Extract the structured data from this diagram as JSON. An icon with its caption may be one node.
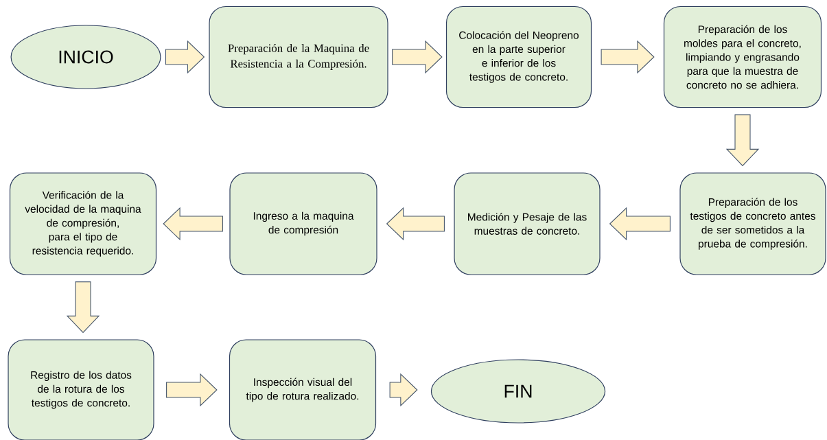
{
  "diagram": {
    "nodes": [
      {
        "text": [
          "INICIO"
        ]
      },
      {
        "text": [
          "Preparación de la Maquina de Resistencia a la Compresión."
        ]
      },
      {
        "text": [
          "Colocación del Neopreno en la parte superior e inferior de los testigos de concreto."
        ]
      },
      {
        "text": [
          "Preparación de los moldes para el concreto, limpiando y engrasando para que la muestra de concreto no se adhiera."
        ]
      },
      {
        "text": [
          "Preparación de los testigos de concreto antes de ser sometidos a la prueba de compresión."
        ]
      },
      {
        "text": [
          "Medición y Pesaje de las muestras de concreto."
        ]
      },
      {
        "text": [
          "Ingreso a la maquina de compresión"
        ]
      },
      {
        "text": [
          "Verificación de la velocidad de la maquina de compresión, para el tipo de resistencia requerido."
        ]
      },
      {
        "text": [
          "Registro de los datos de la rotura de los testigos de concreto."
        ]
      },
      {
        "text": [
          "Inspección visual del tipo de rotura realizado."
        ]
      },
      {
        "text": [
          "FIN"
        ]
      }
    ],
    "edges": [
      {
        "from": 0,
        "to": 1,
        "arrow": "to"
      },
      {
        "from": 1,
        "to": 2,
        "arrow": "to"
      },
      {
        "from": 2,
        "to": 3,
        "arrow": "to"
      },
      {
        "from": 3,
        "to": 4,
        "arrow": "to"
      },
      {
        "from": 4,
        "to": 5,
        "arrow": "to"
      },
      {
        "from": 5,
        "to": 6,
        "arrow": "to"
      },
      {
        "from": 6,
        "to": 7,
        "arrow": "to"
      },
      {
        "from": 7,
        "to": 8,
        "arrow": "to"
      },
      {
        "from": 8,
        "to": 9,
        "arrow": "to"
      },
      {
        "from": 9,
        "to": 10,
        "arrow": "to"
      }
    ]
  }
}
